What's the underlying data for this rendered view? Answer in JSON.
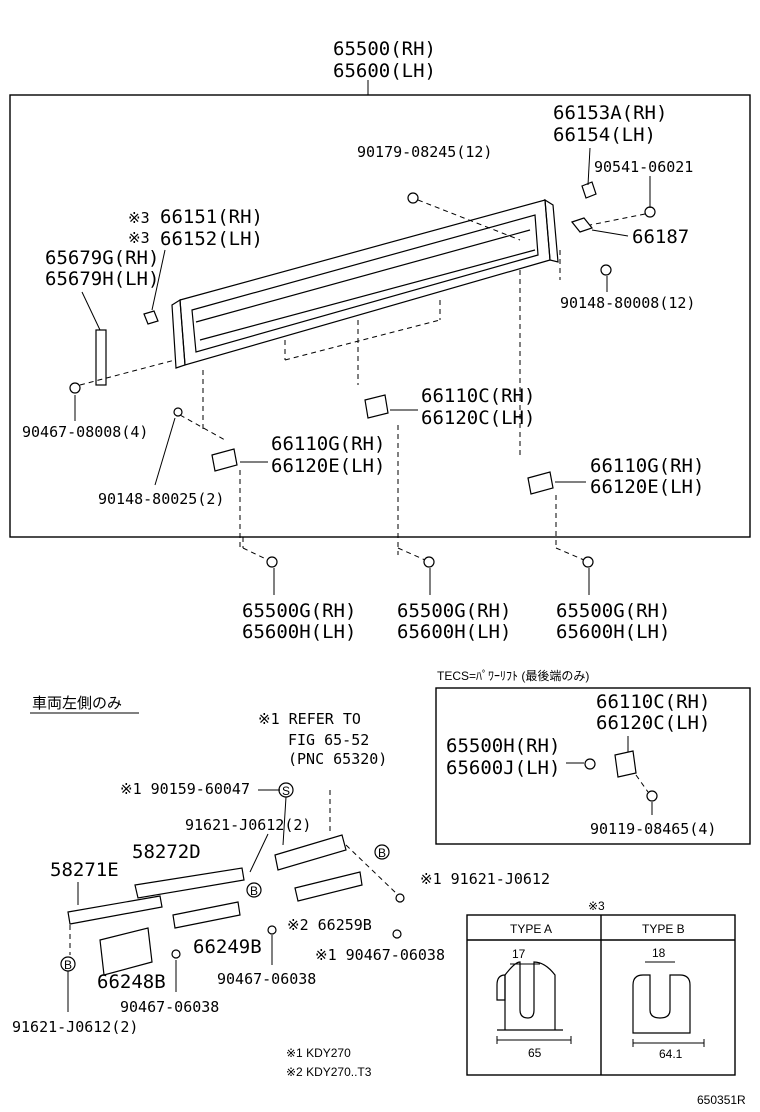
{
  "labels": {
    "main_rh": "65500(RH)",
    "main_lh": "65600(LH)",
    "c66153a": "66153A(RH)",
    "c66154": "66154(LH)",
    "c90179": "90179-08245(12)",
    "c90541": "90541-06021",
    "c66151": "66151(RH)",
    "c66152": "66152(LH)",
    "c66187": "66187",
    "c65679g": "65679G(RH)",
    "c65679h": "65679H(LH)",
    "c90148_8": "90148-80008(12)",
    "c66110c": "66110C(RH)",
    "c66120c": "66120C(LH)",
    "c90467_8": "90467-08008(4)",
    "c66110g_l": "66110G(RH)",
    "c66120e_l": "66120E(LH)",
    "c66110g_r": "66110G(RH)",
    "c66120e_r": "66120E(LH)",
    "c90148_25": "90148-80025(2)",
    "b1_rh": "65500G(RH)",
    "b1_lh": "65600H(LH)",
    "b2_rh": "65500G(RH)",
    "b2_lh": "65600H(LH)",
    "b3_rh": "65500G(RH)",
    "b3_lh": "65600H(LH)",
    "mark3a": "※3",
    "mark3b": "※3"
  },
  "lower": {
    "vehicle_note": "車両左側のみ",
    "refer1": "※1 REFER TO",
    "refer2": "FIG 65-52",
    "refer3": "(PNC 65320)",
    "c90159": "※1 90159-60047",
    "s_mark": "S",
    "c91621_2": "91621-J0612(2)",
    "c58272d": "58272D",
    "c58271e": "58271E",
    "b_mark": "B",
    "c91621_1": "※1 91621-J0612",
    "c66259b": "※2 66259B",
    "c66249b": "66249B",
    "c90467_06038_a": "※1 90467-06038",
    "c90467_06038_b": "90467-06038",
    "c66248b": "66248B",
    "c90467_06038_c": "90467-06038",
    "c91621_bottom": "91621-J0612(2)",
    "note1": "※1  KDY270",
    "note2": "※2  KDY270..T3"
  },
  "tecs": {
    "title": "TECS=ﾊﾟﾜｰﾘﾌﾄ (最後端のみ)",
    "c66110c": "66110C(RH)",
    "c66120c": "66120C(LH)",
    "c65500h": "65500H(RH)",
    "c65600j": "65600J(LH)",
    "c90119": "90119-08465(4)"
  },
  "types": {
    "mark": "※3",
    "type_a": "TYPE A",
    "type_b": "TYPE B",
    "a_top": "17",
    "a_bottom": "65",
    "b_top": "18",
    "b_bottom": "64.1"
  },
  "footer": {
    "code": "650351R"
  }
}
